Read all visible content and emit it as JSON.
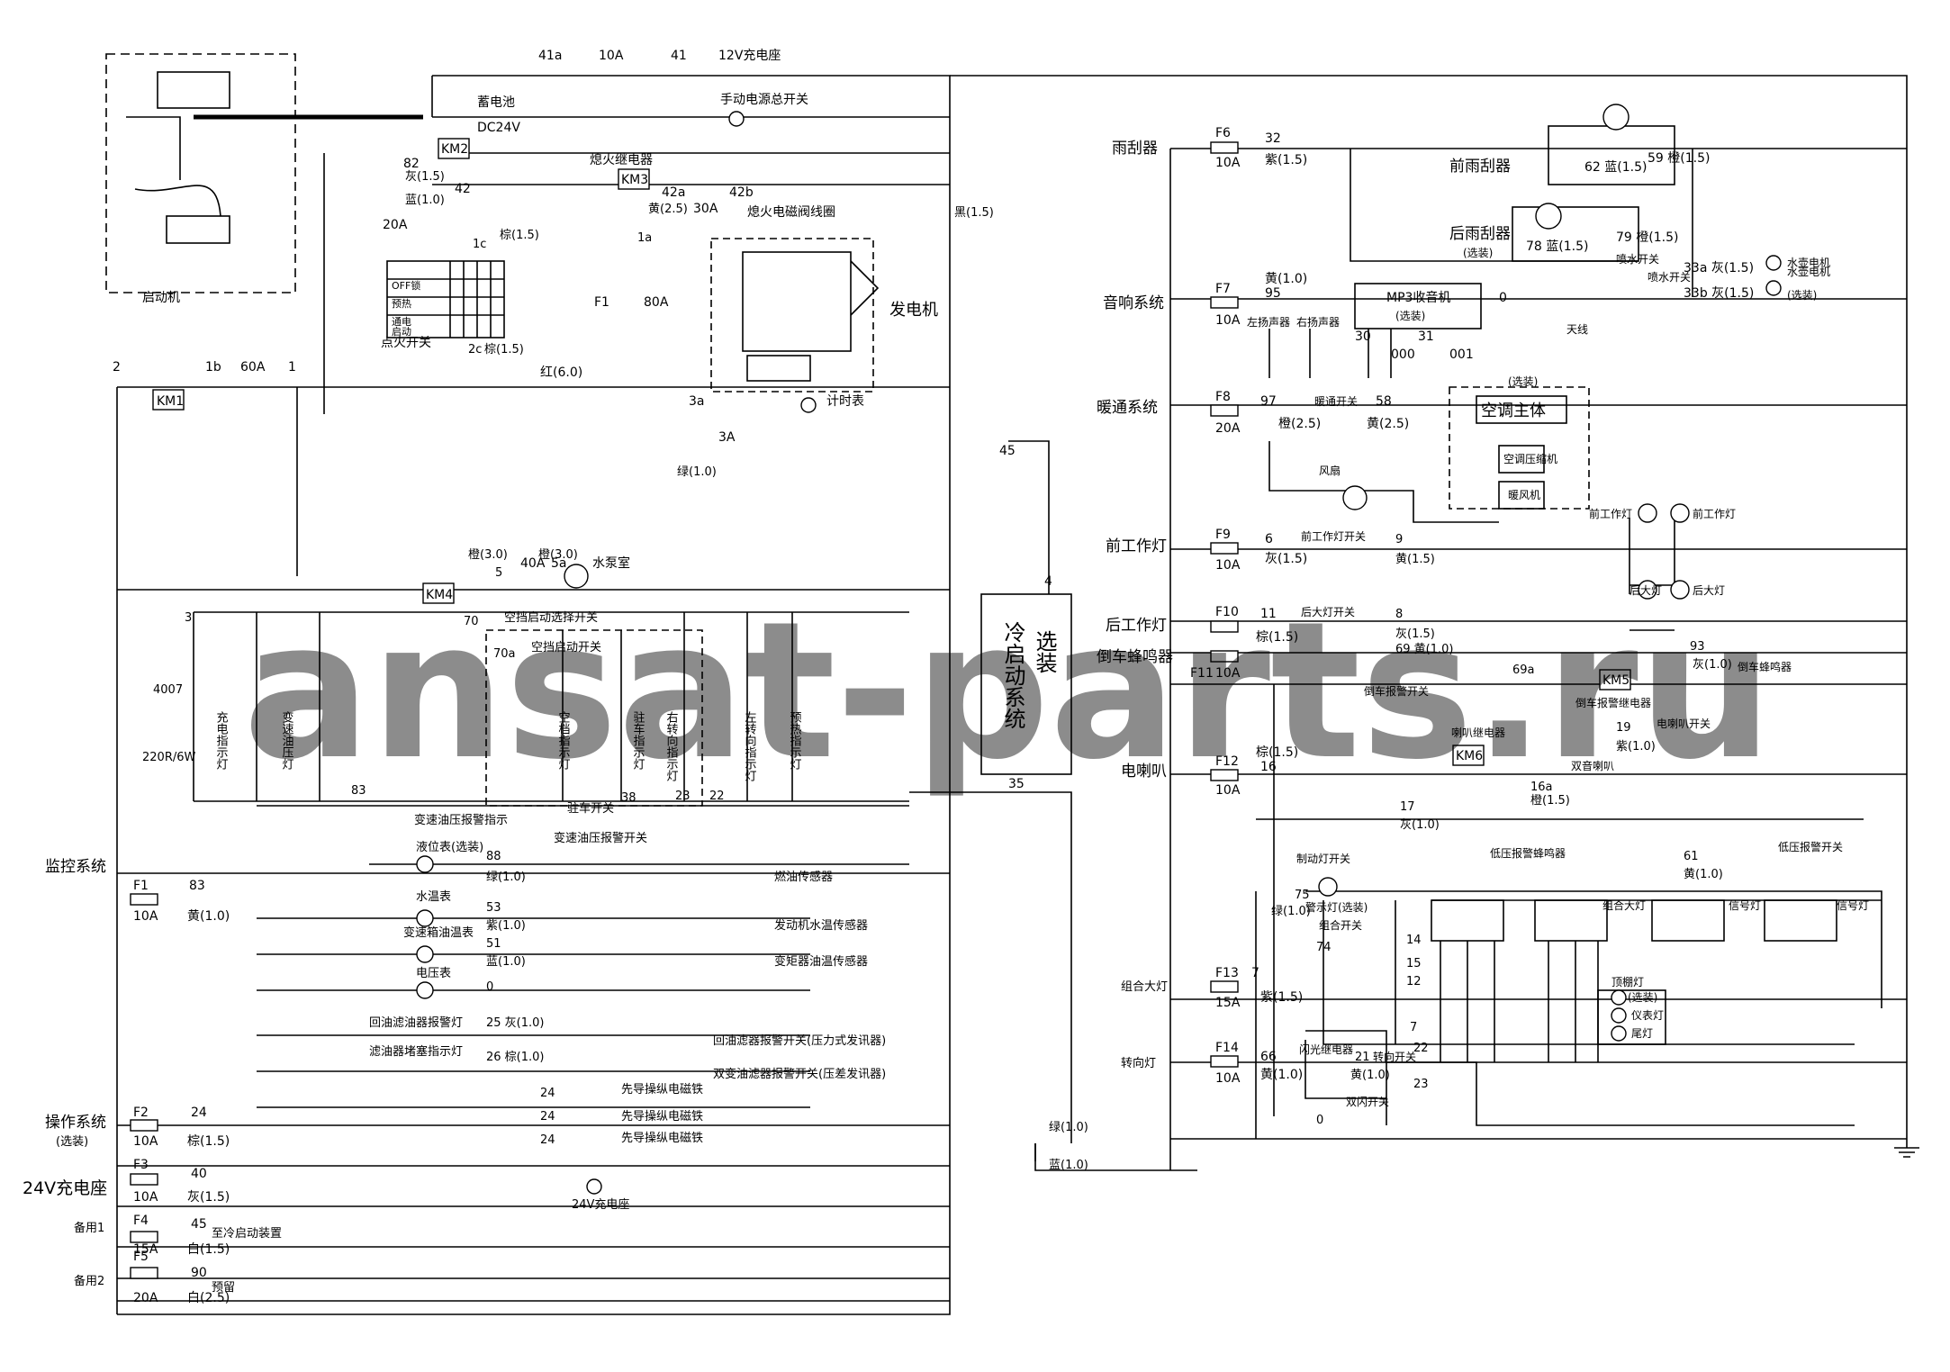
{
  "header": {
    "charging_socket_12v": "12V充电座",
    "fuse_top": "10A",
    "wire_41a": "41a",
    "wire_41": "41"
  },
  "starter": {
    "label": "启动机"
  },
  "battery": {
    "label": "蓄电池",
    "voltage": "DC24V",
    "main_switch": "手动电源总开关"
  },
  "relays": {
    "km1": "KM1",
    "km2": "KM2",
    "km3": "KM3",
    "km4": "KM4",
    "km5": "KM5",
    "km6": "KM6"
  },
  "main_fuse": {
    "wire_2": "2",
    "wire_1b": "1b",
    "rating": "60A",
    "wire_1": "1"
  },
  "generator": {
    "label": "发电机",
    "fuse": "80A",
    "fuse_name": "F1",
    "hour_meter": "计时表",
    "wire_3a": "3a",
    "fuse_3a": "3A",
    "wire_red": "红(6.0)"
  },
  "ignition": {
    "label": "点火开关",
    "row_off": "OFF锁",
    "row_preheat": "预热",
    "row_on": "通电",
    "row_start": "启动",
    "wire_20a": "20A",
    "wire_82": "82",
    "wire_42": "42"
  },
  "flameout": {
    "label": "熄火继电器",
    "coil": "熄火电磁阀线圈",
    "wire_42a": "42a",
    "wire_42b": "42b",
    "fuse": "30A"
  },
  "pump": {
    "label": "水泵室",
    "fuse": "40A",
    "wire_5a": "5a"
  },
  "cold_start": {
    "label": "冷启动系统",
    "option": "选装",
    "wire_45": "45",
    "wire_4": "4",
    "wire_35": "35"
  },
  "indicators": {
    "diode": "4007",
    "resistor": "220R/6W",
    "charge": "充电指示灯",
    "trans_oil": "变速油压灯",
    "neutral": "空档指示灯",
    "park": "驻车指示灯",
    "right_turn": "右转向指示灯",
    "left_turn": "左转向指示灯",
    "preheat": "预热指示灯",
    "neutral_select": "空挡启动选择开关",
    "neutral_start": "空挡启动开关",
    "trans_oil_alarm": "变速油压报警指示",
    "trans_oil_switch": "变速油压报警开关",
    "park_switch": "驻车开关"
  },
  "left_labels": {
    "monitor": "监控系统",
    "operation": "操作系统",
    "operation_opt": "(选装)",
    "charge24": "24V充电座",
    "spare1": "备用1",
    "spare2": "备用2"
  },
  "left_fuses": [
    {
      "name": "F1",
      "rating": "10A",
      "wire": "83",
      "color": "黄(1.0)"
    },
    {
      "name": "F2",
      "rating": "10A",
      "wire": "24",
      "color": "棕(1.5)"
    },
    {
      "name": "F3",
      "rating": "10A",
      "wire": "40",
      "color": "灰(1.5)"
    },
    {
      "name": "F4",
      "rating": "15A",
      "wire": "45",
      "color": "白(1.5)"
    },
    {
      "name": "F5",
      "rating": "20A",
      "wire": "90",
      "color": "白(2.5)"
    }
  ],
  "gauges": {
    "fuel": "液位表(选装)",
    "fuel_sensor": "燃油传感器",
    "water": "水温表",
    "water_sensor": "发动机水温传感器",
    "trans": "变速箱油温表",
    "trans_sensor": "变矩器油温传感器",
    "volt": "电压表",
    "w88": "88",
    "w53": "53",
    "w51": "51",
    "w0": "0",
    "c88": "绿(1.0)",
    "c53": "紫(1.0)",
    "c51": "蓝(1.0)"
  },
  "filters": {
    "return_lamp": "回油滤油器报警灯",
    "return_switch": "回油滤器报警开关(压力式发讯器)",
    "hydr_lamp": "滤油器堵塞指示灯",
    "hydr_switch": "双变油滤器报警开关(压差发讯器)",
    "w25": "25 灰(1.0)",
    "w26": "26 棕(1.0)"
  },
  "solenoids": {
    "label": "先导操纵电磁铁",
    "wire": "24"
  },
  "sockets": {
    "charge24": "24V充电座",
    "cold_start_feed": "至冷启动装置",
    "reserve": "预留"
  },
  "right_labels": {
    "wiper": "雨刮器",
    "audio": "音响系统",
    "hvac": "暖通系统",
    "front_work": "前工作灯",
    "rear_work": "后工作灯",
    "reverse_buzzer": "倒车蜂鸣器",
    "horn": "电喇叭",
    "combo": "组合大灯",
    "turn": "转向灯"
  },
  "right_fuses": [
    {
      "name": "F6",
      "rating": "10A",
      "wire": "32",
      "color": "紫(1.5)"
    },
    {
      "name": "F7",
      "rating": "10A",
      "wire": "95",
      "color": "黄(1.0)"
    },
    {
      "name": "F8",
      "rating": "20A",
      "wire": "97",
      "color": "橙(2.5)"
    },
    {
      "name": "F9",
      "rating": "10A",
      "wire": "6",
      "color": "灰(1.5)"
    },
    {
      "name": "F10",
      "rating": "10A",
      "wire": "11",
      "color": "棕(1.5)"
    },
    {
      "name": "F11",
      "rating": "10A",
      "wire": "",
      "color": ""
    },
    {
      "name": "F12",
      "rating": "10A",
      "wire": "16",
      "color": "棕(1.5)"
    },
    {
      "name": "F13",
      "rating": "15A",
      "wire": "7",
      "color": "紫(1.5)"
    },
    {
      "name": "F14",
      "rating": "10A",
      "wire": "66",
      "color": "黄(1.0)"
    }
  ],
  "wiper_block": {
    "front": "前雨刮器",
    "rear": "后雨刮器",
    "rear_opt": "(选装)",
    "w62": "62 蓝(1.5)",
    "w59": "59 橙(1.5)",
    "w78": "78 蓝(1.5)",
    "w79": "79 橙(1.5)",
    "spray_sw": "喷水开关",
    "w33a": "33a 灰(1.5)",
    "w33b": "33b 灰(1.5)",
    "pump1": "水壶电机",
    "pump2": "水壶电机",
    "pump_opt": "(选装)"
  },
  "audio_block": {
    "mp3": "MP3收音机",
    "mp3_opt": "(选装)",
    "antenna": "天线",
    "left_spk": "左扬声器",
    "right_spk": "右扬声器",
    "w0": "0",
    "w30": "30",
    "w31": "31",
    "w000": "000",
    "w001": "001"
  },
  "hvac_block": {
    "opt": "(选装)",
    "main": "空调主体",
    "compressor": "空调压缩机",
    "blower": "暖风机",
    "fan": "风扇",
    "switch": "暖通开关",
    "w58": "58",
    "c58": "黄(2.5)"
  },
  "work_lights": {
    "front_switch": "前工作灯开关",
    "front_lamp": "前工作灯",
    "w9": "9",
    "c9": "黄(1.5)",
    "rear_switch": "后大灯开关",
    "rear_lamp": "后大灯",
    "w8": "8",
    "c8": "灰(1.5)"
  },
  "reverse_block": {
    "w69": "69 黄(1.0)",
    "w69a": "69a",
    "switch": "倒车报警开关",
    "relay": "倒车报警继电器",
    "buzzer": "倒车蜂鸣器",
    "w93": "93",
    "c93": "灰(1.0)"
  },
  "horn_block": {
    "relay": "喇叭继电器",
    "horn": "双音喇叭",
    "w16a": "16a",
    "c16a": "橙(1.5)",
    "switch": "电喇叭开关",
    "w19": "19",
    "c19": "紫(1.0)",
    "parking_sw": "制动灯开关",
    "w17": "17",
    "c17": "灰(1.0)"
  },
  "alarm_block": {
    "buzzer": "低压报警蜂鸣器",
    "switch": "低压报警开关",
    "w61": "61",
    "c61": "黄(1.0)"
  },
  "combo_block": {
    "warning": "警示灯(选装)",
    "w75": "75",
    "c75": "绿(1.0)",
    "combo_sw": "组合开关",
    "w74": "74",
    "w14": "14",
    "w15": "15",
    "w12": "12",
    "w7": "7",
    "headlamp": "组合大灯",
    "signal": "信号灯",
    "dome": "顶棚灯",
    "dome_opt": "(选装)",
    "panel": "仪表灯",
    "tail": "尾灯"
  },
  "turn_block": {
    "flasher": "闪光继电器",
    "turn_sw": "转向开关",
    "hazard": "双闪开关",
    "w21": "21",
    "w22": "22",
    "w23": "23",
    "c21": "黄(1.0)",
    "w0": "0"
  },
  "bottom_wires": {
    "green": "绿(1.0)",
    "blue": "蓝(1.0)"
  },
  "misc_wires": {
    "c_black": "黑(1.5)",
    "c_gray": "灰(1.5)",
    "c_blue": "蓝(1.0)",
    "c_brown": "棕(1.5)",
    "c_green": "绿(1.0)",
    "c_orange3": "橙(3.0)",
    "c_yellow25": "黄(2.5)",
    "w1a": "1a",
    "w1c": "1c",
    "w2c": "2c",
    "w3": "3",
    "w5": "5",
    "w70": "70",
    "w70a": "70a",
    "w83": "83",
    "w38": "38",
    "w23": "23",
    "w22": "22"
  },
  "watermark": {
    "text": "ansat-parts.ru"
  },
  "colors": {
    "line": "#000000",
    "watermark": "#b9b9b9"
  }
}
